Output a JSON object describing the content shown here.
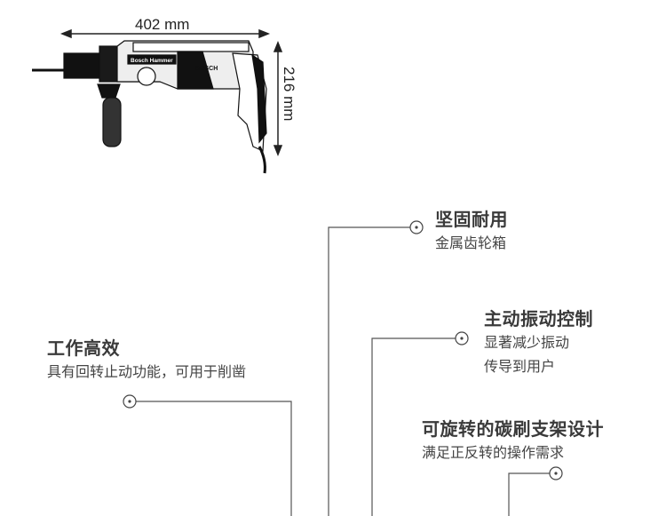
{
  "dimensions": {
    "length": "402 mm",
    "height": "216 mm"
  },
  "product": {
    "brand": "BOSCH",
    "model_label": "Bosch Hammer"
  },
  "callouts": [
    {
      "title": "坚固耐用",
      "lines": [
        "金属齿轮箱"
      ]
    },
    {
      "title": "主动振动控制",
      "lines": [
        "显著减少振动",
        "传导到用户"
      ]
    },
    {
      "title": "可旋转的碳刷支架设计",
      "lines": [
        "满足正反转的操作需求"
      ]
    },
    {
      "title": "工作高效",
      "lines": [
        "具有回转止动功能，可用于削凿"
      ]
    }
  ]
}
